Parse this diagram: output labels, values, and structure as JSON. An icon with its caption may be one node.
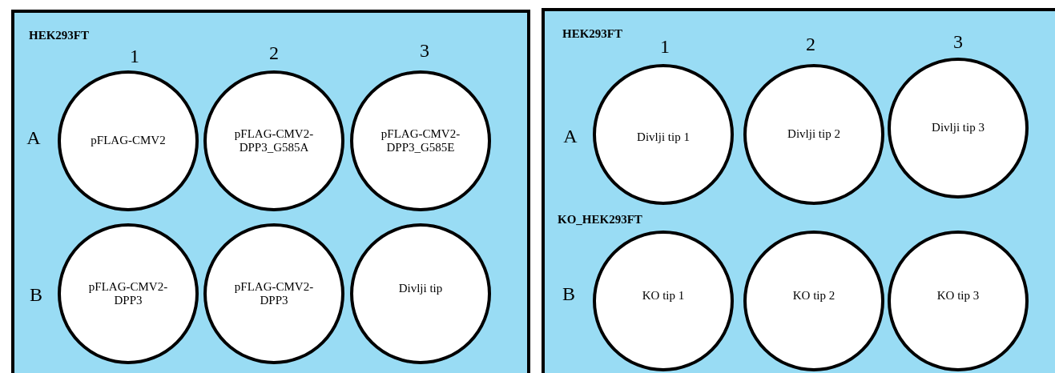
{
  "diagram": {
    "nodes": [
      {
        "text": [
          "HEK293FT"
        ]
      },
      {
        "text": [
          "pFLAG-CMV2"
        ],
        "in": 0
      },
      {
        "text": [
          "pFLAG-CMV2-DPP3_G585A"
        ],
        "in": 0
      },
      {
        "text": [
          "pFLAG-CMV2-DPP3_G585E"
        ],
        "in": 0
      },
      {
        "text": [
          "pFLAG-CMV2-DPP3"
        ],
        "in": 0
      },
      {
        "text": [
          "pFLAG-CMV2-DPP3"
        ],
        "in": 0
      },
      {
        "text": [
          "Divlji tip"
        ],
        "in": 0
      },
      {
        "text": [
          "HEK293FT",
          "KO_HEK293FT"
        ]
      },
      {
        "text": [
          "Divlji tip 1"
        ],
        "in": 7
      },
      {
        "text": [
          "Divlji tip 2"
        ],
        "in": 7
      },
      {
        "text": [
          "Divlji tip 3"
        ],
        "in": 7
      },
      {
        "text": [
          "KO tip 1"
        ],
        "in": 7
      },
      {
        "text": [
          "KO tip 2"
        ],
        "in": 7
      },
      {
        "text": [
          "KO tip 3"
        ],
        "in": 7
      }
    ],
    "labels": [
      "1",
      "2",
      "3",
      "A",
      "B",
      "1",
      "2",
      "3",
      "A",
      "B"
    ]
  }
}
